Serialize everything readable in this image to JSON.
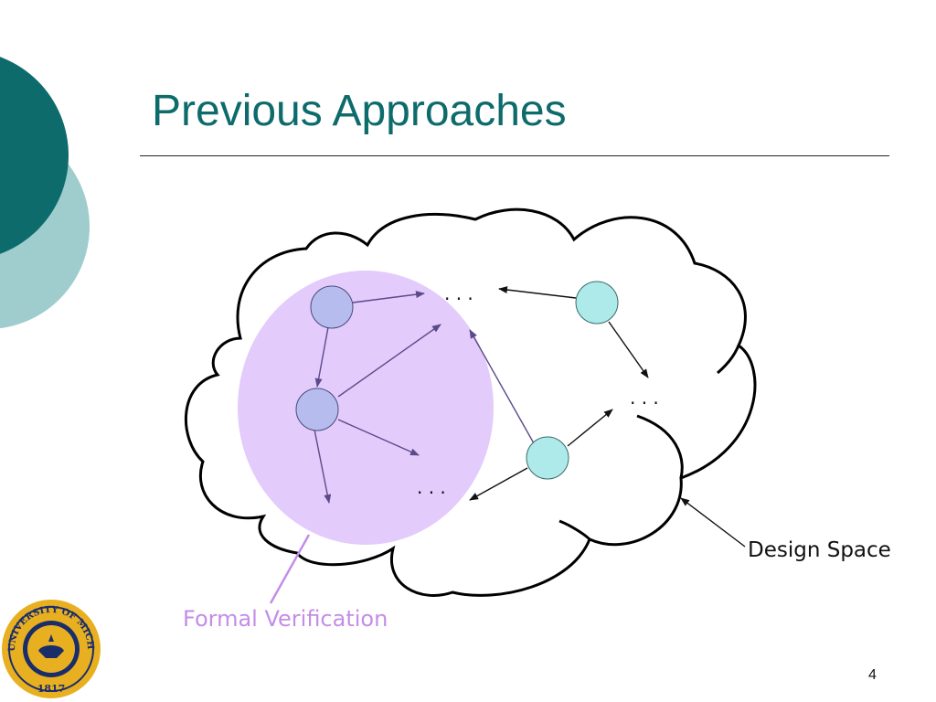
{
  "slide": {
    "title": "Previous Approaches",
    "page_number": "4"
  },
  "diagram": {
    "design_space_label": "Design Space",
    "formal_verification_label": "Formal Verification",
    "ellipsis": ". . ."
  },
  "seal": {
    "text": "THE UNIVERSITY OF MICHIGAN",
    "year": "1817"
  },
  "colors": {
    "title": "#0e6b6b",
    "deco_dark": "#0e6b6b",
    "deco_light": "#9fcccc",
    "verification_region": "#e3cbfb",
    "verification_label": "#c48de8",
    "node_blue": "#b6bdee",
    "node_cyan": "#aeeaea",
    "seal_gold": "#e8b020",
    "seal_blue": "#1a2d6b"
  }
}
